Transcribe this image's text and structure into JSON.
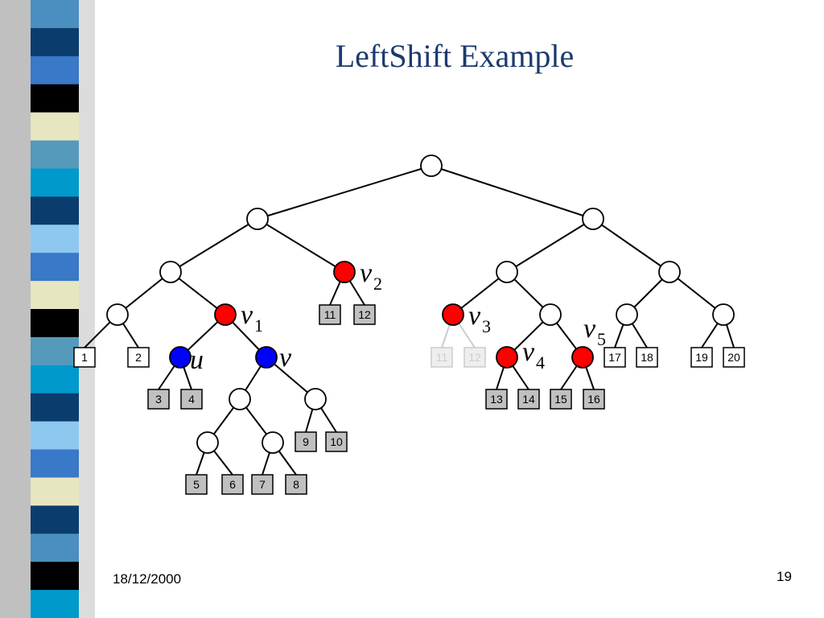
{
  "slide": {
    "title": "LeftShift Example",
    "date": "18/12/2000",
    "page_number": "19"
  },
  "colors": {
    "node_default": "#ffffff",
    "node_red": "#ff0000",
    "node_blue": "#0000ff",
    "leaf_gray": "#c0c0c0",
    "leaf_white": "#ffffff",
    "ghost": "#cccccc",
    "title": "#1d3a6e"
  },
  "tree": {
    "nodes": [
      {
        "id": "root",
        "color": "white"
      },
      {
        "id": "n-left",
        "color": "white"
      },
      {
        "id": "n-right",
        "color": "white"
      },
      {
        "id": "n-ll",
        "color": "white"
      },
      {
        "id": "v2",
        "color": "red"
      },
      {
        "id": "n-rl",
        "color": "white"
      },
      {
        "id": "n-rr",
        "color": "white"
      },
      {
        "id": "n-lll",
        "color": "white"
      },
      {
        "id": "v1",
        "color": "red"
      },
      {
        "id": "v3",
        "color": "red"
      },
      {
        "id": "n-rlr",
        "color": "white"
      },
      {
        "id": "n-rrl",
        "color": "white"
      },
      {
        "id": "n-rrr",
        "color": "white"
      },
      {
        "id": "u",
        "color": "blue"
      },
      {
        "id": "v",
        "color": "blue"
      },
      {
        "id": "v4",
        "color": "red"
      },
      {
        "id": "v5",
        "color": "red"
      },
      {
        "id": "n-vl",
        "color": "white"
      },
      {
        "id": "n-vr",
        "color": "white"
      },
      {
        "id": "n-vll",
        "color": "white"
      },
      {
        "id": "n-vlr",
        "color": "white"
      }
    ],
    "leaves": [
      {
        "label": "1",
        "style": "white"
      },
      {
        "label": "2",
        "style": "white"
      },
      {
        "label": "3",
        "style": "gray"
      },
      {
        "label": "4",
        "style": "gray"
      },
      {
        "label": "5",
        "style": "gray"
      },
      {
        "label": "6",
        "style": "gray"
      },
      {
        "label": "7",
        "style": "gray"
      },
      {
        "label": "8",
        "style": "gray"
      },
      {
        "label": "9",
        "style": "gray"
      },
      {
        "label": "10",
        "style": "gray"
      },
      {
        "label": "11",
        "style": "gray"
      },
      {
        "label": "12",
        "style": "gray"
      },
      {
        "label": "11",
        "style": "ghost"
      },
      {
        "label": "12",
        "style": "ghost"
      },
      {
        "label": "13",
        "style": "gray"
      },
      {
        "label": "14",
        "style": "gray"
      },
      {
        "label": "15",
        "style": "gray"
      },
      {
        "label": "16",
        "style": "gray"
      },
      {
        "label": "17",
        "style": "white"
      },
      {
        "label": "18",
        "style": "white"
      },
      {
        "label": "19",
        "style": "white"
      },
      {
        "label": "20",
        "style": "white"
      }
    ],
    "node_labels": [
      {
        "text": "v",
        "sub": "2"
      },
      {
        "text": "v",
        "sub": "1"
      },
      {
        "text": "v",
        "sub": "3"
      },
      {
        "text": "v",
        "sub": "5"
      },
      {
        "text": "v",
        "sub": "4"
      },
      {
        "text": "u",
        "sub": ""
      },
      {
        "text": "v",
        "sub": ""
      }
    ]
  }
}
